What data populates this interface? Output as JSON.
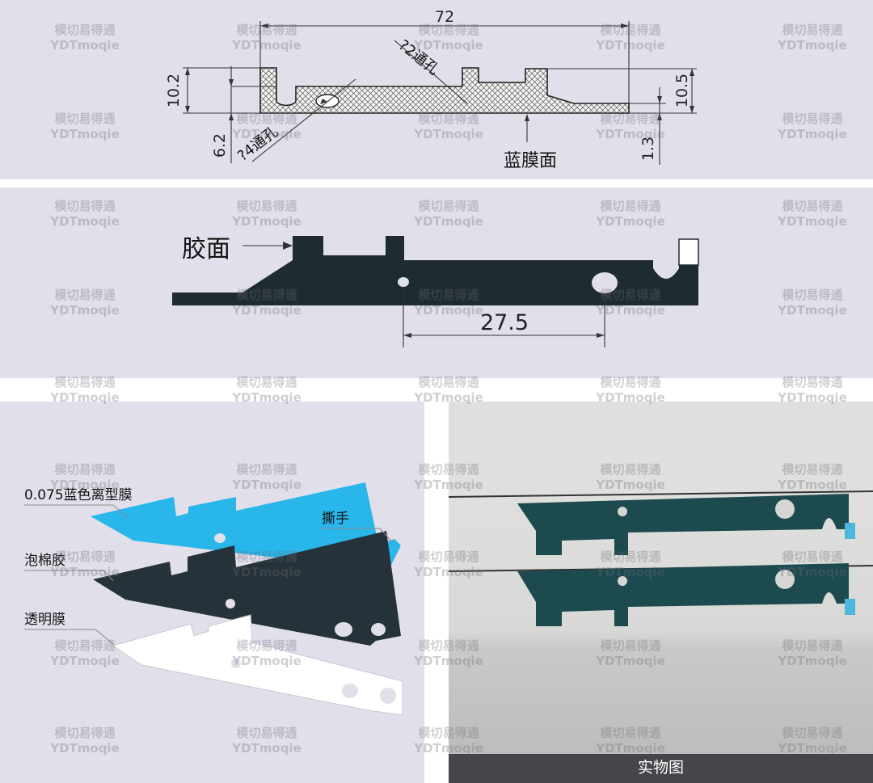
{
  "section_profile": {
    "overall_length": "72",
    "left_height": "10.2",
    "step_height": "6.2",
    "right_height": "10.5",
    "right_step": "1.3",
    "hole_small": "?2通孔",
    "hole_large": "?4通孔",
    "face_label": "蓝膜面"
  },
  "shape_plan": {
    "adhesive_face_label": "胶面",
    "hole_distance": "27.5"
  },
  "layers_view": {
    "release_film": "0.075蓝色离型膜",
    "pull_tab": "撕手",
    "foam_tape": "泡棉胶",
    "transparent_film": "透明膜",
    "colors": {
      "release_film": "#29b6ea",
      "foam": "#263239",
      "transparent": "#ffffff"
    }
  },
  "photo": {
    "caption": "实物图",
    "colors": {
      "part": "#1d4a4e",
      "tab": "#4db8de"
    }
  },
  "watermark": {
    "line1": "模切易得通",
    "line2": "YDTmoqie"
  }
}
